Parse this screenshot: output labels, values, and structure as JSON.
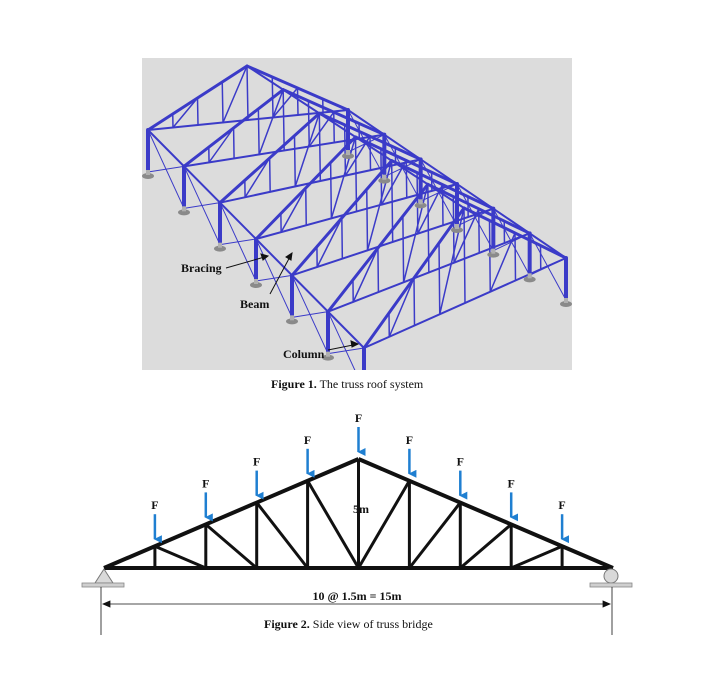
{
  "figure1": {
    "callouts": {
      "bracing": "Bracing",
      "beam": "Beam",
      "column": "Column"
    },
    "caption_label": "Figure 1.",
    "caption_text": "The truss roof system",
    "member_color": "#3b3bc8",
    "support_color": "#8a8a8a"
  },
  "figure2": {
    "force_label": "F",
    "height_label": "5m",
    "span_label": "10 @ 1.5m = 15m",
    "caption_label": "Figure 2.",
    "caption_text": "Side view of truss bridge",
    "force_color": "#1f7fd1",
    "member_color": "#111111"
  }
}
